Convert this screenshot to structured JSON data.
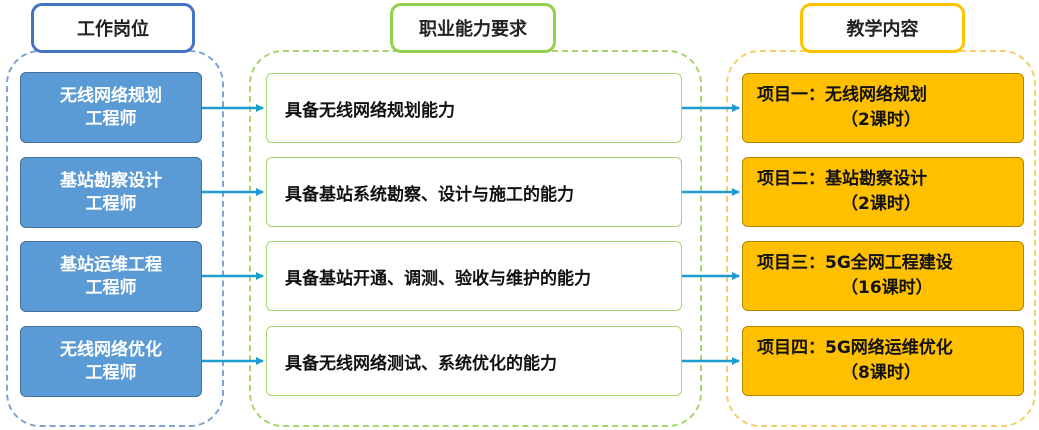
{
  "headers": {
    "jobs": "工作岗位",
    "ability": "职业能力要求",
    "teaching": "教学内容"
  },
  "rows": [
    {
      "job": [
        "无线网络规划",
        "工程师"
      ],
      "ability": "具备无线网络规划能力",
      "course_title": "项目一：无线网络规划",
      "course_hours": "（2课时）"
    },
    {
      "job": [
        "基站勘察设计",
        "工程师"
      ],
      "ability": "具备基站系统勘察、设计与施工的能力",
      "course_title": "项目二：基站勘察设计",
      "course_hours": "（2课时）"
    },
    {
      "job": [
        "基站运维工程",
        "工程师"
      ],
      "ability": "具备基站开通、调测、验收与维护的能力",
      "course_title": "项目三：5G全网工程建设",
      "course_hours": "（16课时）"
    },
    {
      "job": [
        "无线网络优化",
        "工程师"
      ],
      "ability": "具备无线网络测试、系统优化的能力",
      "course_title": "项目四：5G网络运维优化",
      "course_hours": "（8课时）"
    }
  ],
  "colors": {
    "job_fill": "#5b9bd5",
    "course_fill": "#ffc000",
    "arrow": "#1f9ccf",
    "jobs_border": "#4472c4",
    "ability_border": "#92d050",
    "teaching_border": "#ffc000"
  }
}
